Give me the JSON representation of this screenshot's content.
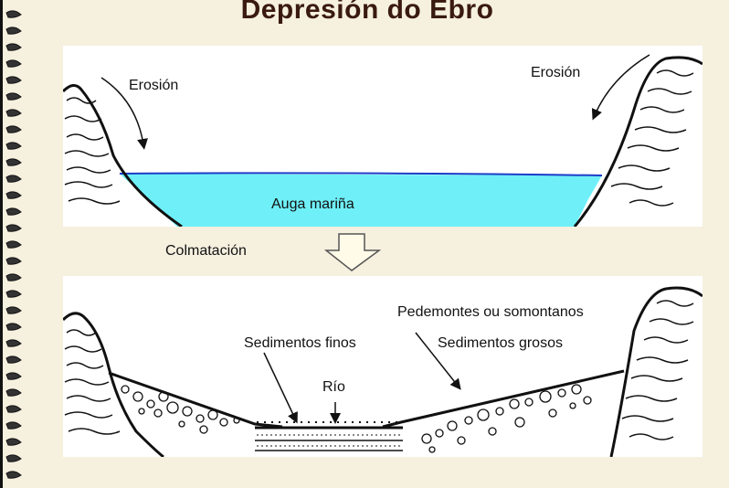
{
  "title": "Depresión do Ebro",
  "top_panel": {
    "erosion_left": "Erosión",
    "erosion_right": "Erosión",
    "water": "Auga mariña"
  },
  "transition": {
    "label": "Colmatación"
  },
  "bottom_panel": {
    "pedemontes": "Pedemontes ou somontanos",
    "sed_finos": "Sedimentos finos",
    "sed_grosos": "Sedimentos grosos",
    "rio": "Río"
  },
  "colors": {
    "water": "#6ff0f8",
    "water_line": "#1e3cc8",
    "background": "#f6f0df",
    "title": "#3a1a10"
  }
}
